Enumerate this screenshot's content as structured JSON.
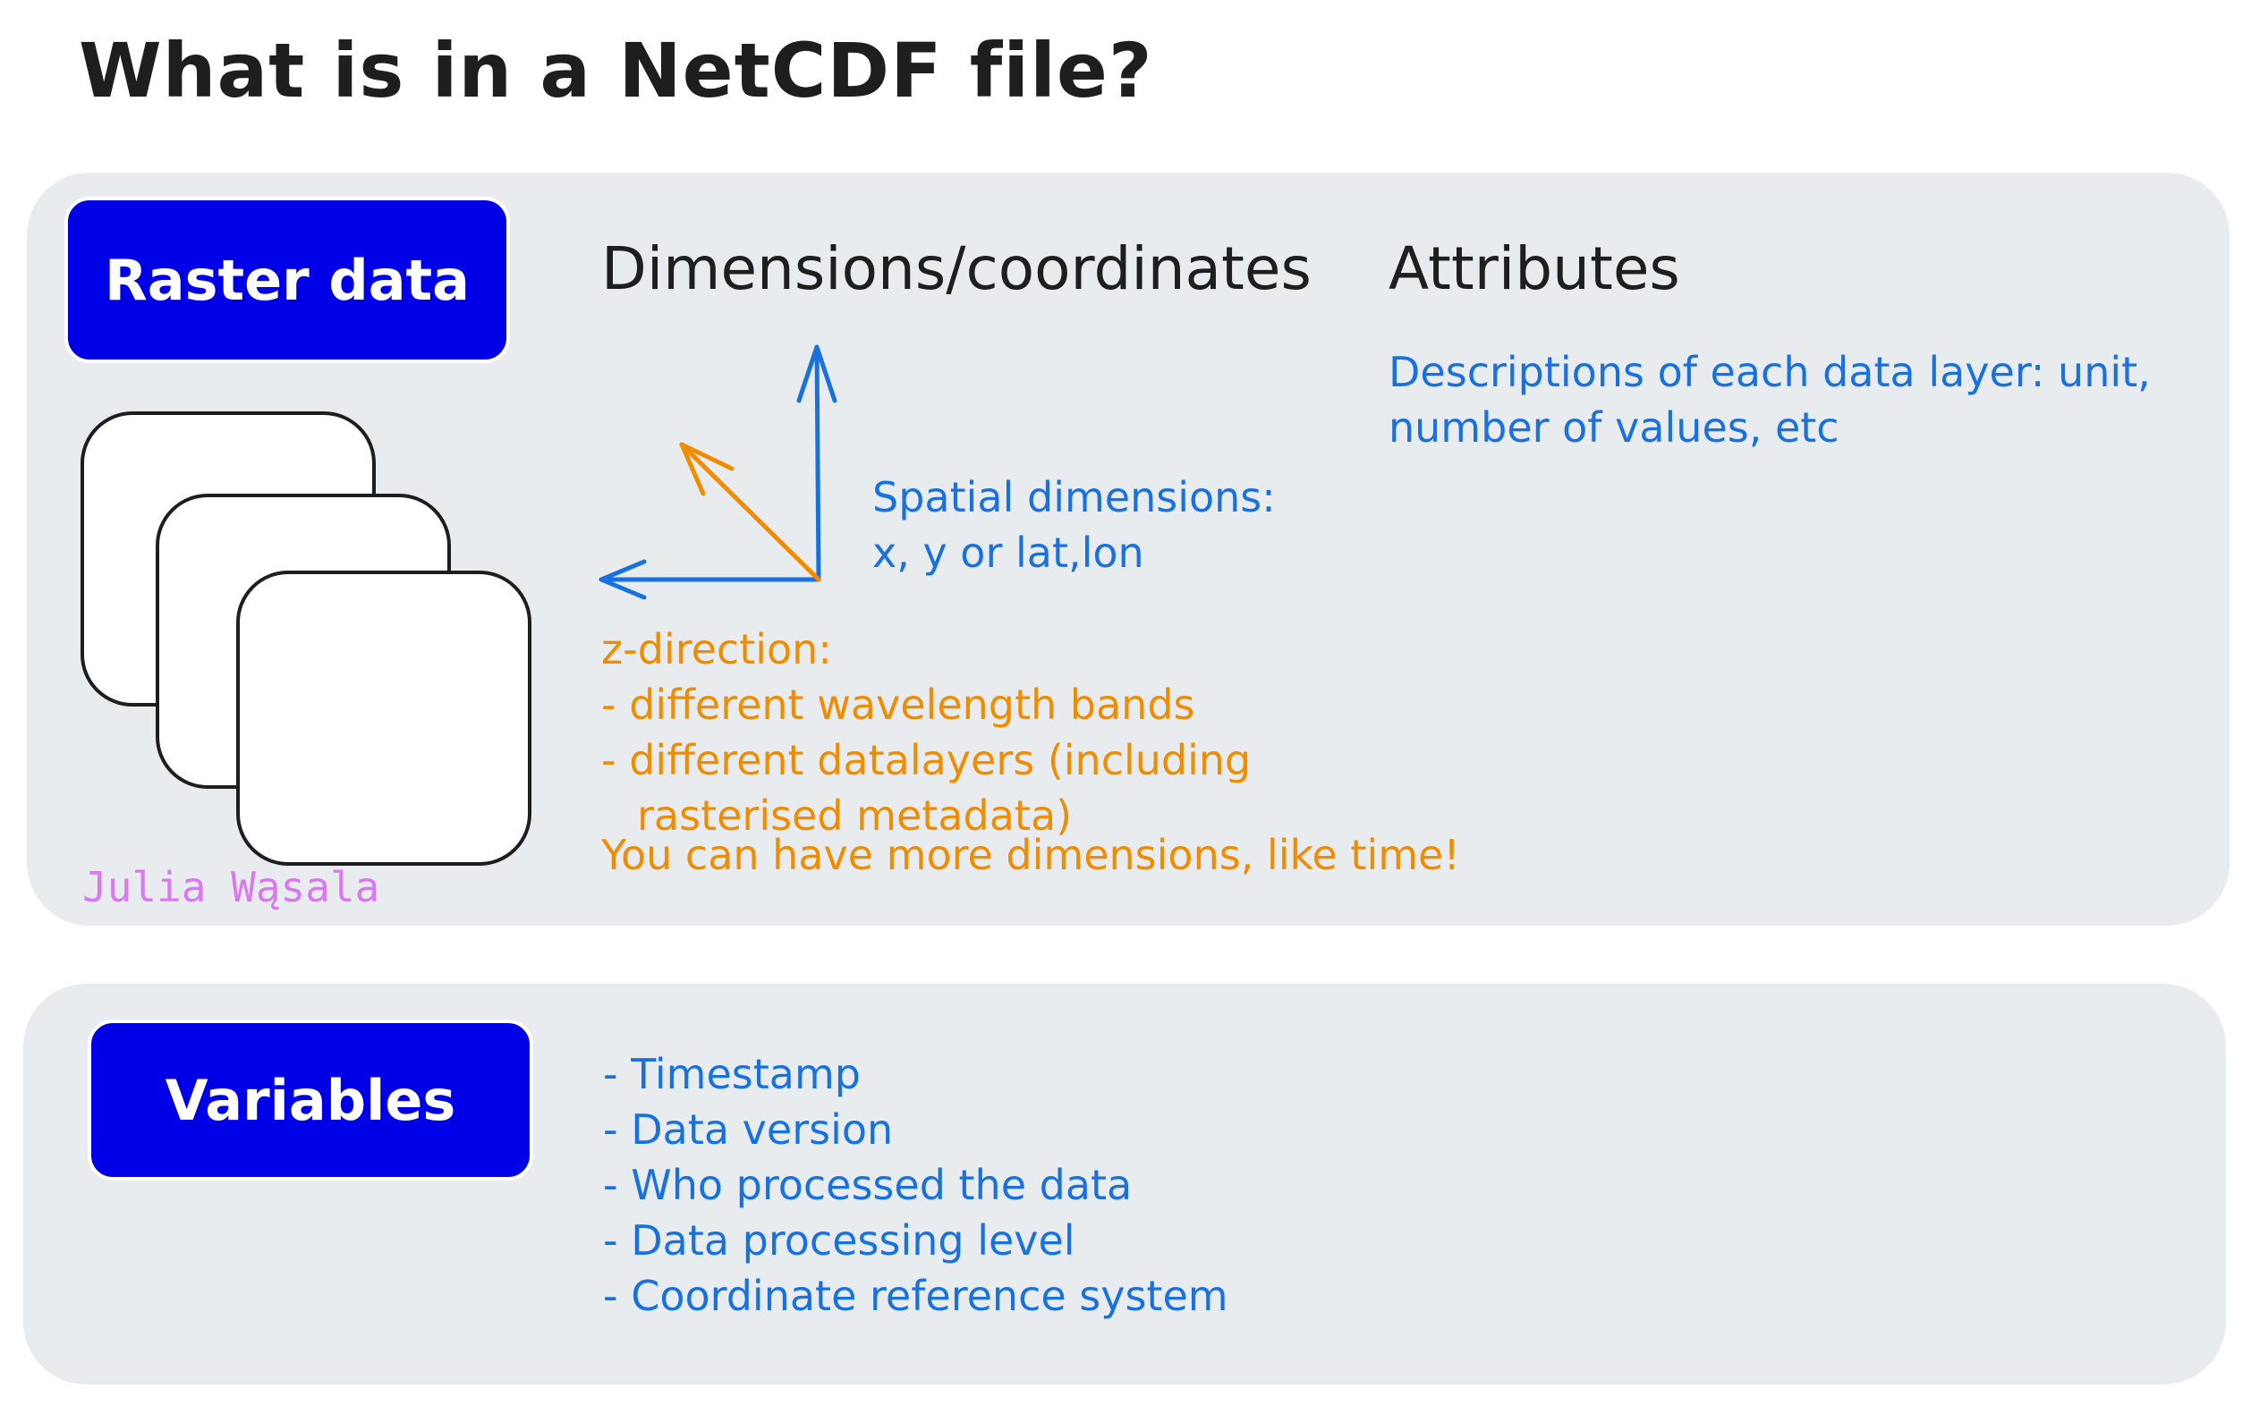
{
  "title": "What is in a NetCDF file?",
  "raster": {
    "label": "Raster data",
    "color": "#0000e6"
  },
  "dimensions": {
    "heading": "Dimensions/coordinates",
    "spatial": {
      "line1": "Spatial dimensions:",
      "line2": "x, y or lat,lon"
    },
    "z_direction": {
      "header": "z-direction:",
      "items": [
        "- different wavelength bands",
        "- different datalayers (including",
        "rasterised metadata)"
      ]
    },
    "more": "You can have more dimensions, like time!"
  },
  "attributes": {
    "heading": "Attributes",
    "line1": "Descriptions of each data layer: unit,",
    "line2": "number of values, etc"
  },
  "author": "Julia Wąsala",
  "variables": {
    "label": "Variables",
    "items": [
      "- Timestamp",
      "- Data version",
      "- Who processed the data",
      "- Data processing level",
      "- Coordinate reference system"
    ]
  },
  "colors": {
    "panel": "#e9ecef",
    "blue": "#1971e0",
    "orange": "#f08c00",
    "author": "#da77f2",
    "ink": "#1e1e1e"
  }
}
